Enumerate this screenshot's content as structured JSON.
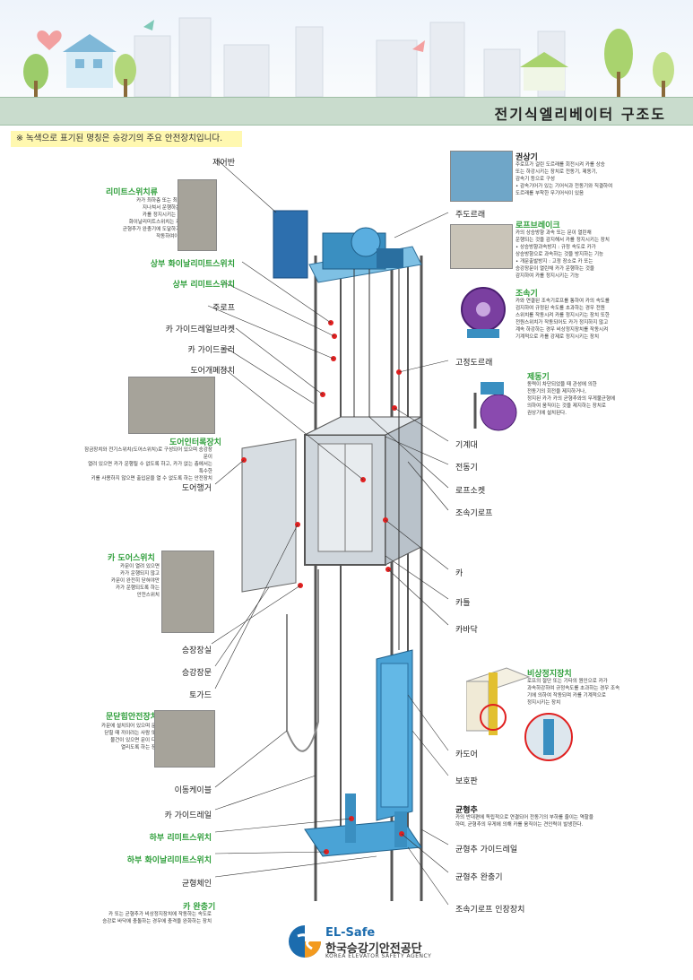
{
  "title": "전기식엘리베이터 구조도",
  "notice": "※ 녹색으로 표기된 명칭은 승강기의 주요 안전장치입니다.",
  "left_labels": {
    "control_panel": "제어반",
    "top_final_limit": "상부 화이날리미트스위치",
    "top_limit": "상부 리미트스위치",
    "main_rope": "주로프",
    "car_guide_bracket": "카 가이드레일브라켓",
    "car_guide_roller": "카 가이드롤러",
    "door_operator": "도어개폐장치",
    "door_hanger": "도어행거",
    "landing_sill": "승장장실",
    "landing_door": "승강장문",
    "toe_guard": "토가드",
    "traveling_cable": "이동케이블",
    "car_guide_rail": "카 가이드레일",
    "bottom_limit": "하부 리미트스위치",
    "bottom_final_limit": "하부 화이날리미트스위치",
    "compensating_chain": "균형체인"
  },
  "right_labels": {
    "main_pulley": "주도르래",
    "fixed_pulley": "고정도르래",
    "machine_base": "기계대",
    "motor": "전동기",
    "rope_socket": "로프소켓",
    "governor_rope": "조속기로프",
    "car": "카",
    "car_frame": "카틀",
    "car_floor": "카바닥",
    "car_door": "카도어",
    "protective_panel": "보호판",
    "counterweight_rail": "균형추 가이드레일",
    "counterweight_buffer": "균형추 완충기",
    "governor_tension": "조속기로프 인장장치"
  },
  "callouts": {
    "hoist": {
      "title": "권상기",
      "desc": [
        "주로프가 걸린 도르래를 회전시켜 카를 상승",
        "또는 하강시키는 장치로 전동기, 제동기,",
        "감속기 등으로 구성",
        "• 감속기어가 있는 기어식과 전동기와 직결하여",
        "  도르래를 부착한 무기어식이 있음"
      ]
    },
    "limit_switch": {
      "title": "리미트스위치류",
      "desc": [
        "카가 최하층 또는 최상층을",
        "지나쳐서 운행하는 경우",
        "카를 정지시키는 장치로",
        "화이날리미트스위치는 카 또는",
        "균형추가 완충기에 도달하기 전에",
        "작동하여야 한다."
      ]
    },
    "rope_brake": {
      "title": "로프브레이크",
      "desc": [
        "카의 상승방향 과속 또는 문이 열린채",
        "운행되는 것을 감지해서 카를 정지시키는 장치",
        "• 상승방향과속방지 : 규정 속도로 카가",
        "  상승방향으로 과속하는 것을 방지하는 기능",
        "• 개문출발방지 : 고정 장소로 카 또는",
        "  승강장문이 열린채 카가 운행하는 것을",
        "  감지하여 카를 정지시키는 기능"
      ]
    },
    "governor": {
      "title": "조속기",
      "desc": [
        "카와 연결된 조속기로프를 통하여 카의 속도를",
        "검지하여 규정된 속도를 초과하는 경우 전원",
        "스위치를 작동시켜 카를 정지시키는 장치 또한",
        "전원스위치가 작동되어도 카가 정지하지 않고",
        "계속 하강하는 경우 비상정지장치를 작동시켜",
        "기계적으로 카를 강제로 정지시키는 장치"
      ]
    },
    "brake": {
      "title": "제동기",
      "desc": [
        "동력이 차단되었을 때 관성에 의한",
        "전동기의 회전을 제지하거나,",
        "정지된 카가 카의 균형추와의 무게불균형에",
        "의하여 움직이는 것을 제지하는 장치로",
        "권상기에 설치된다."
      ]
    },
    "door_interlock": {
      "title": "도어인터록장치",
      "desc": [
        "잠금장치와 전기스위치(도어스위치)로 구성되어 있으며 승강장문이",
        "열려 있으면 카가 운행될 수 없도록 하고, 카가 없는 층에서는 특수한",
        "키를 사용하지 않으면 출입문을 열 수 없도록 하는 안전장치"
      ]
    },
    "car_door_switch": {
      "title": "카 도어스위치",
      "desc": [
        "카문이 열려 있으면",
        "카가 운행되지 않고",
        "카문이 완전히 닫혀야만",
        "카가 운행되도록 하는",
        "안전스위치"
      ]
    },
    "emergency_stop": {
      "title": "비상정지장치",
      "desc": [
        "로프의 절단 또는 기타의 원인으로 카가",
        "과속하강하여 규정속도를 초과하는 경우 조속",
        "기에 의하여 작동되며 카를 기계적으로",
        "정지시키는 장치"
      ]
    },
    "door_safety": {
      "title": "문닫힘안전장치",
      "desc": [
        "카문에 설치되어 있으며 문이",
        "닫힐 때 끼이려는 사람 또는",
        "물건이 있으면 문이 다시",
        "열리도록 하는 장치"
      ]
    },
    "counterweight": {
      "title": "균형추",
      "desc": [
        "카의 반대편에 독립적으로 연결되어 전동기의 부하를 줄이는 역할을",
        "하며, 균형추의 무게에 의해 카를 움직이는 견인력이 발생한다."
      ]
    },
    "car_buffer": {
      "title": "카 완충기",
      "desc": [
        "카 또는 균형추가 비상정지장치에 작동하는 속도로",
        "승강로 바닥에 충돌하는 경우에 충격을 완화하는 장치"
      ]
    }
  },
  "agency": {
    "short": "EL-Safe",
    "korean": "한국승강기안전공단",
    "english": "KOREA ELEVATOR SAFETY AGENCY"
  },
  "colors": {
    "safety_green": "#2e9e3a",
    "machine_blue": "#3a8fc1",
    "title_bar": "#c9dccd",
    "notice_bg": "#fff8b0",
    "marker_red": "#e02020"
  }
}
